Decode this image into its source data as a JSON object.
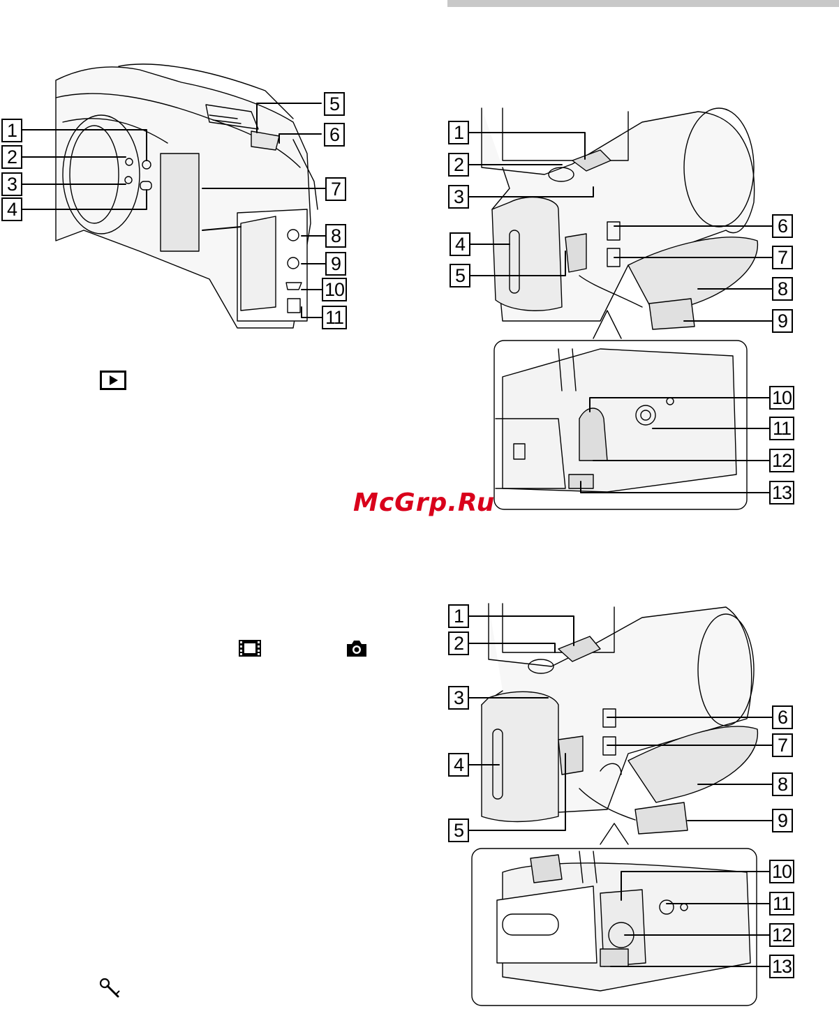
{
  "watermark": "McGrp.Ru",
  "figure_a": {
    "callouts": [
      "1",
      "2",
      "3",
      "4",
      "5",
      "6",
      "7",
      "8",
      "9",
      "10",
      "11"
    ]
  },
  "figure_b": {
    "callouts": [
      "1",
      "2",
      "3",
      "4",
      "5",
      "6",
      "7",
      "8",
      "9",
      "10",
      "11",
      "12",
      "13"
    ]
  },
  "figure_c": {
    "callouts": [
      "1",
      "2",
      "3",
      "4",
      "5",
      "6",
      "7",
      "8",
      "9",
      "10",
      "11",
      "12",
      "13"
    ]
  },
  "icons": {
    "playback": "play-button-icon",
    "movie": "film-strip-icon",
    "photo": "camera-icon",
    "microphone": "microphone-icon"
  },
  "colors": {
    "watermark": "#d9001b",
    "top_bar": "#c8c8c8"
  }
}
